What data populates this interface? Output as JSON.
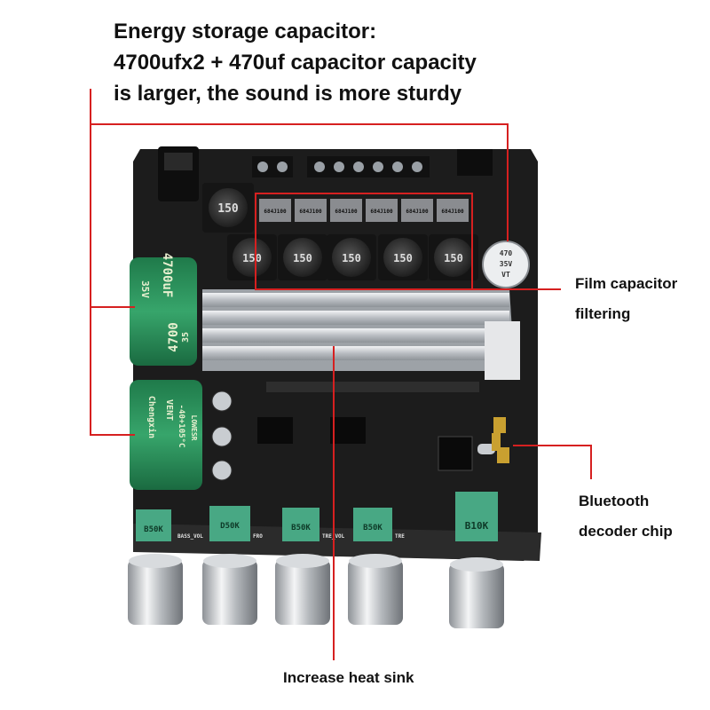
{
  "headline": {
    "line1": "Energy storage capacitor:",
    "line2": "4700ufx2 + 470uf capacitor capacity",
    "line3": "is larger, the sound is more sturdy"
  },
  "callouts": {
    "film_line1": "Film capacitor",
    "film_line2": "filtering",
    "bt_line1": "Bluetooth",
    "bt_line2": "decoder chip",
    "heatsink": "Increase heat sink"
  },
  "board_labels": {
    "film_caps": [
      "684J100",
      "684J100",
      "684J100",
      "684J100",
      "684J100",
      "684J100"
    ],
    "inductor_big": "150",
    "inductors": [
      "150",
      "150",
      "150",
      "150",
      "150"
    ],
    "small_cap": [
      "470",
      "35V",
      "VT"
    ],
    "big_cap_top": [
      "4700uF",
      "35V",
      "4700",
      "35"
    ],
    "big_cap_bottom": [
      "Chengxin",
      "VENT",
      "-40+105°C",
      "LOWESR"
    ],
    "knob_pots": [
      "B50K",
      "D50K",
      "B50K",
      "B50K",
      "B10K"
    ],
    "silkscreen": [
      "BASS_VOL",
      "FRO",
      "TRE_VOL",
      "TRE"
    ]
  },
  "colors": {
    "leader_line": "#d62020",
    "pcb": "#1c1c1c",
    "heatsink": "#c9ccd0",
    "capacitor": "#2a8f5a",
    "pot": "#48a884",
    "knob": "#bfc3c7"
  }
}
